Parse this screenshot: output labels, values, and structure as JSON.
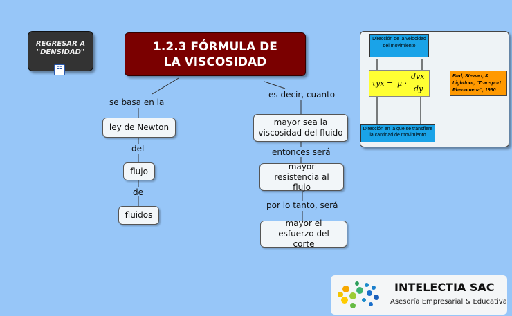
{
  "back_button": {
    "label": "REGRESAR A \"DENSIDAD\""
  },
  "title": "1.2.3 FÓRMULA DE LA VISCOSIDAD",
  "left_branch": {
    "link1": "se basa en la",
    "node1": "ley de Newton",
    "link2": "del",
    "node2": "flujo",
    "link3": "de",
    "node3": "fluidos"
  },
  "right_branch": {
    "link1": "es decir, cuanto",
    "node1": "mayor sea la viscosidad del fluido",
    "link2": "entonces será",
    "node2": "mayor resistencia al flujo",
    "link3": "por lo tanto, será",
    "node3": "mayor el esfuerzo del corte"
  },
  "figure": {
    "top_label": "Dirección de la velocidad del movimiento",
    "bottom_label": "Dirección en la que se transfiere la cantidad de movimiento",
    "citation": "Bird, Stewart, & Lightfoot, \"Transport Phenomena\", 1960",
    "formula_lhs": "τyx =",
    "formula_mu": "μ ·",
    "formula_num": "dvx",
    "formula_den": "dy"
  },
  "logo": {
    "name": "INTELECTIA SAC",
    "tagline": "Asesoría Empresarial & Educativa"
  },
  "colors": {
    "background": "#97c6f8",
    "title_bg": "#7a0000",
    "back_bg": "#333333",
    "formula_bg": "#ffff33",
    "label_bg": "#1aa3e8",
    "citation_bg": "#ff9900"
  }
}
